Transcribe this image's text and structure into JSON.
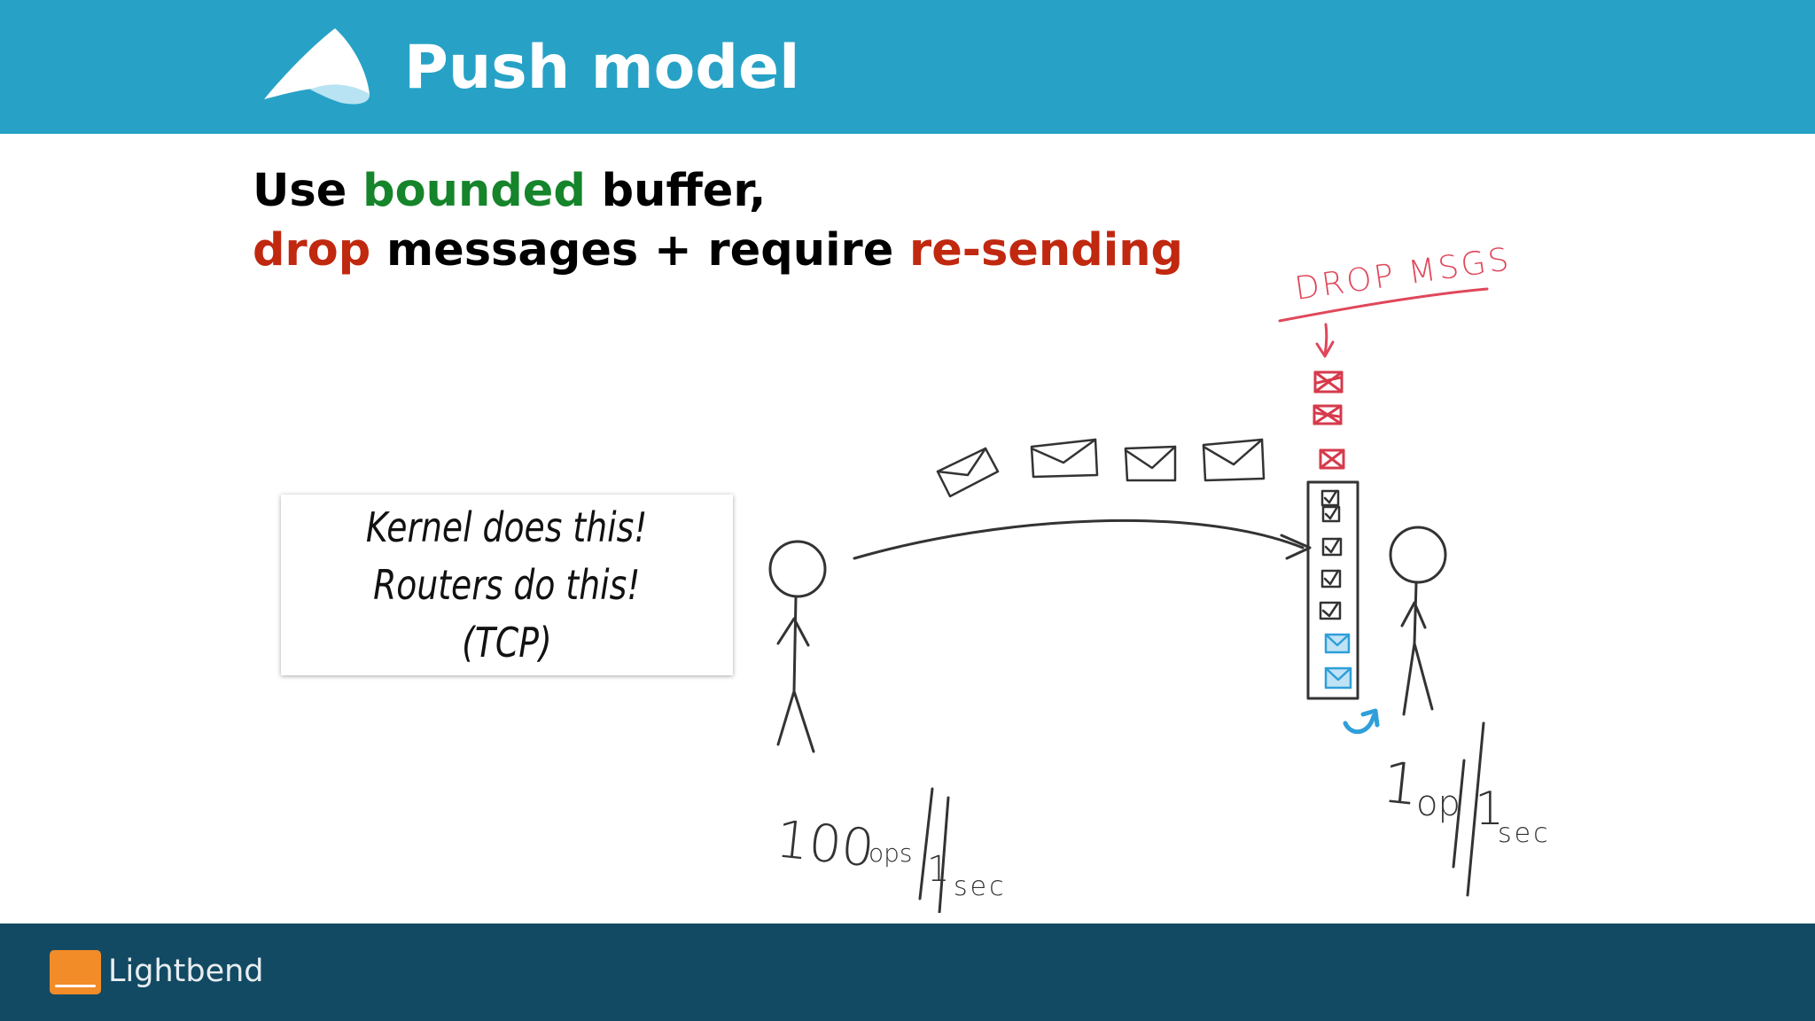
{
  "slide": {
    "title": "Push model",
    "headline": {
      "line1": {
        "w1": "Use ",
        "w2": "bounded",
        "w3": " buffer,"
      },
      "line2": {
        "w1": "drop",
        "w2": " messages + require ",
        "w3": "re-sending"
      }
    },
    "callout": [
      "Kernel does this!",
      "Routers do this!",
      "(TCP)"
    ]
  },
  "sketch": {
    "drop_label": "DROP MSGS",
    "sender_rate": {
      "amount": "100",
      "unit": "ops",
      "per": "1",
      "time": "sec"
    },
    "receiver_rate": {
      "amount": "1",
      "unit": "op",
      "per": "1",
      "time": "sec"
    },
    "envelopes_in_flight": 4,
    "buffer_slots": 7,
    "dropped_messages": 3
  },
  "footer": {
    "brand": "Lightbend"
  },
  "colors": {
    "header": "#27a2c6",
    "footer": "#134a63",
    "accent_green": "#15842a",
    "accent_red": "#c0280f",
    "sketch_red": "#e0475a",
    "sketch_blue": "#2f9fd9",
    "brand_orange": "#f28c28"
  }
}
